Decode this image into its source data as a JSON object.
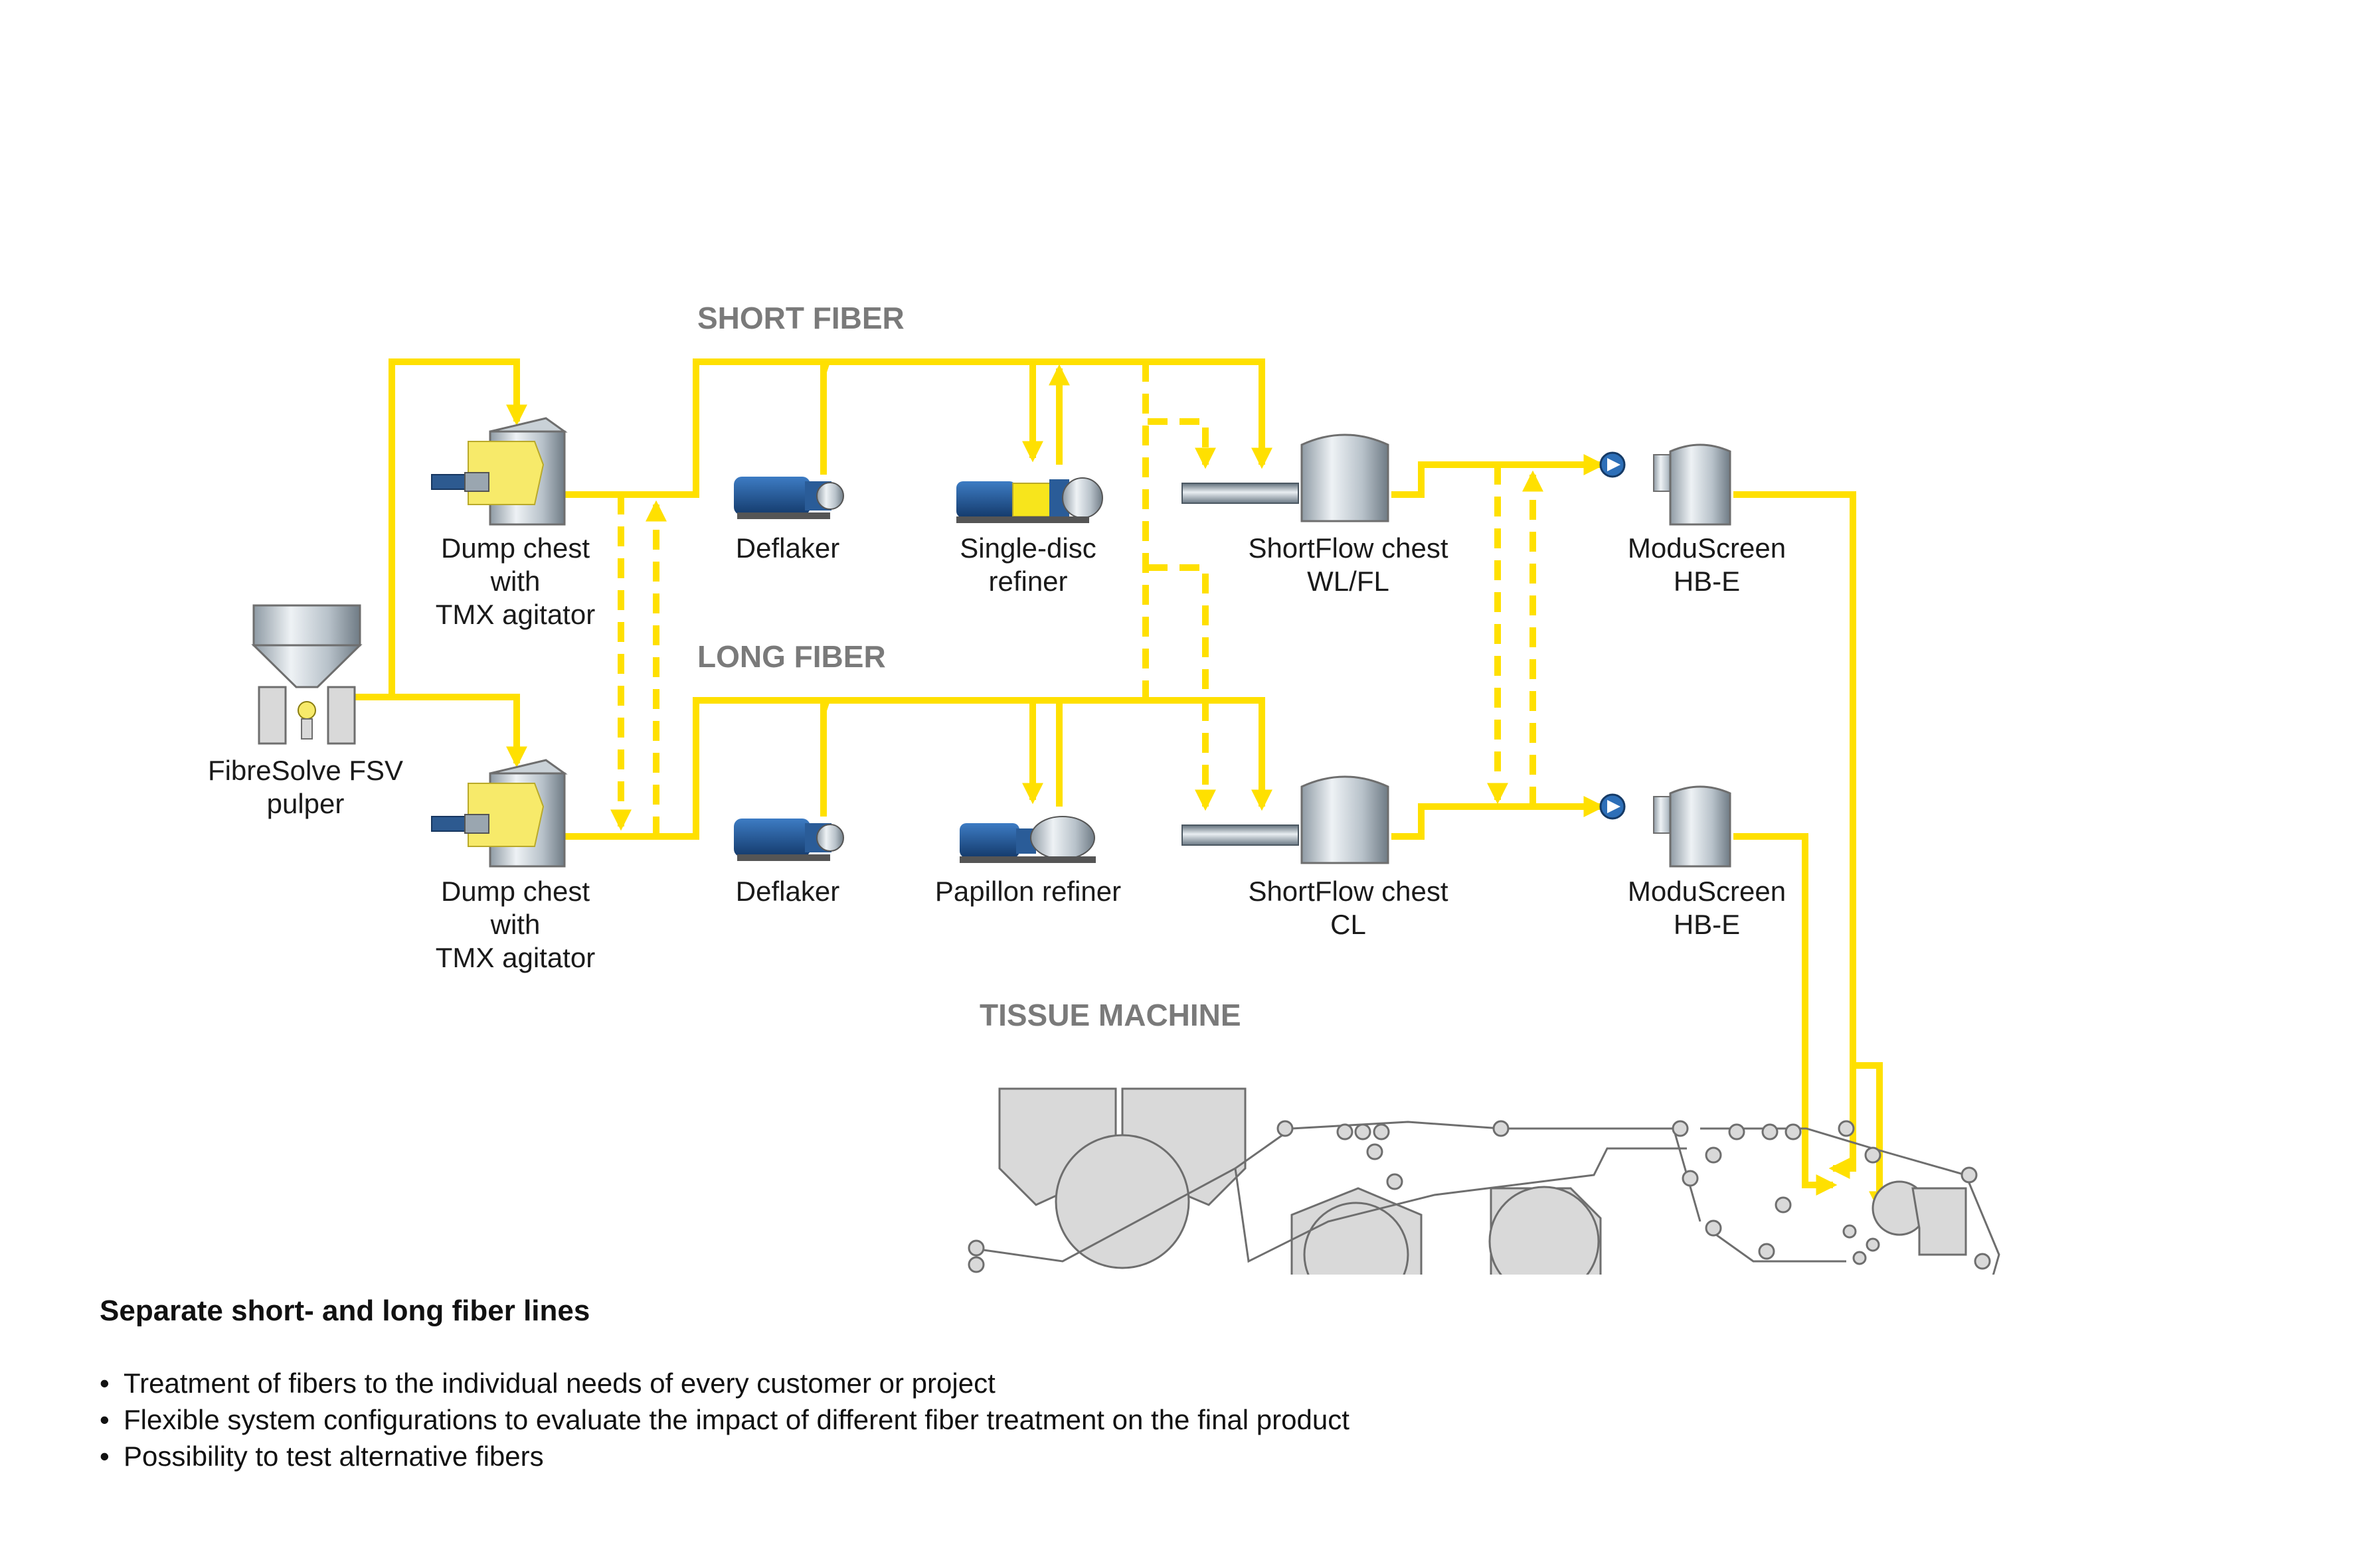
{
  "colors": {
    "flow": "#ffe000",
    "machine_fill": "#d9d9d9",
    "machine_stroke": "#6e6e6e",
    "pump_blue": "#1b4e8a",
    "pulp_yellow": "#f7ea6a",
    "header_gray": "#7a7a7a"
  },
  "headers": {
    "short_fiber": "SHORT FIBER",
    "long_fiber": "LONG FIBER",
    "tissue_machine": "TISSUE MACHINE"
  },
  "equipment": {
    "pulper": {
      "icon": "pulper-icon",
      "lines": [
        "FibreSolve FSV",
        "pulper"
      ]
    },
    "dump_chest_short": {
      "icon": "agitated-chest-icon",
      "lines": [
        "Dump chest",
        "with",
        "TMX agitator"
      ]
    },
    "dump_chest_long": {
      "icon": "agitated-chest-icon",
      "lines": [
        "Dump chest",
        "with",
        "TMX agitator"
      ]
    },
    "deflaker_short": {
      "icon": "pump-motor-icon",
      "lines": [
        "Deflaker"
      ]
    },
    "deflaker_long": {
      "icon": "pump-motor-icon",
      "lines": [
        "Deflaker"
      ]
    },
    "single_disc_refiner": {
      "icon": "refiner-icon",
      "lines": [
        "Single-disc",
        "refiner"
      ]
    },
    "papillon_refiner": {
      "icon": "refiner-icon",
      "lines": [
        "Papillon refiner"
      ]
    },
    "shortflow_short": {
      "icon": "shortflow-chest-icon",
      "lines": [
        "ShortFlow chest",
        "WL/FL"
      ]
    },
    "shortflow_long": {
      "icon": "shortflow-chest-icon",
      "lines": [
        "ShortFlow chest",
        "CL"
      ]
    },
    "moduscreen_short": {
      "icon": "pressure-screen-icon",
      "lines": [
        "ModuScreen",
        "HB-E"
      ]
    },
    "moduscreen_long": {
      "icon": "pressure-screen-icon",
      "lines": [
        "ModuScreen",
        "HB-E"
      ]
    },
    "tissue_machine": {
      "icon": "tissue-machine-icon"
    }
  },
  "notes": {
    "title": "Separate short- and long fiber lines",
    "bullets": [
      "Treatment of fibers to the individual needs of every customer or project",
      "Flexible system configurations to evaluate the impact of different fiber treatment on the final product",
      "Possibility to test alternative fibers"
    ]
  }
}
